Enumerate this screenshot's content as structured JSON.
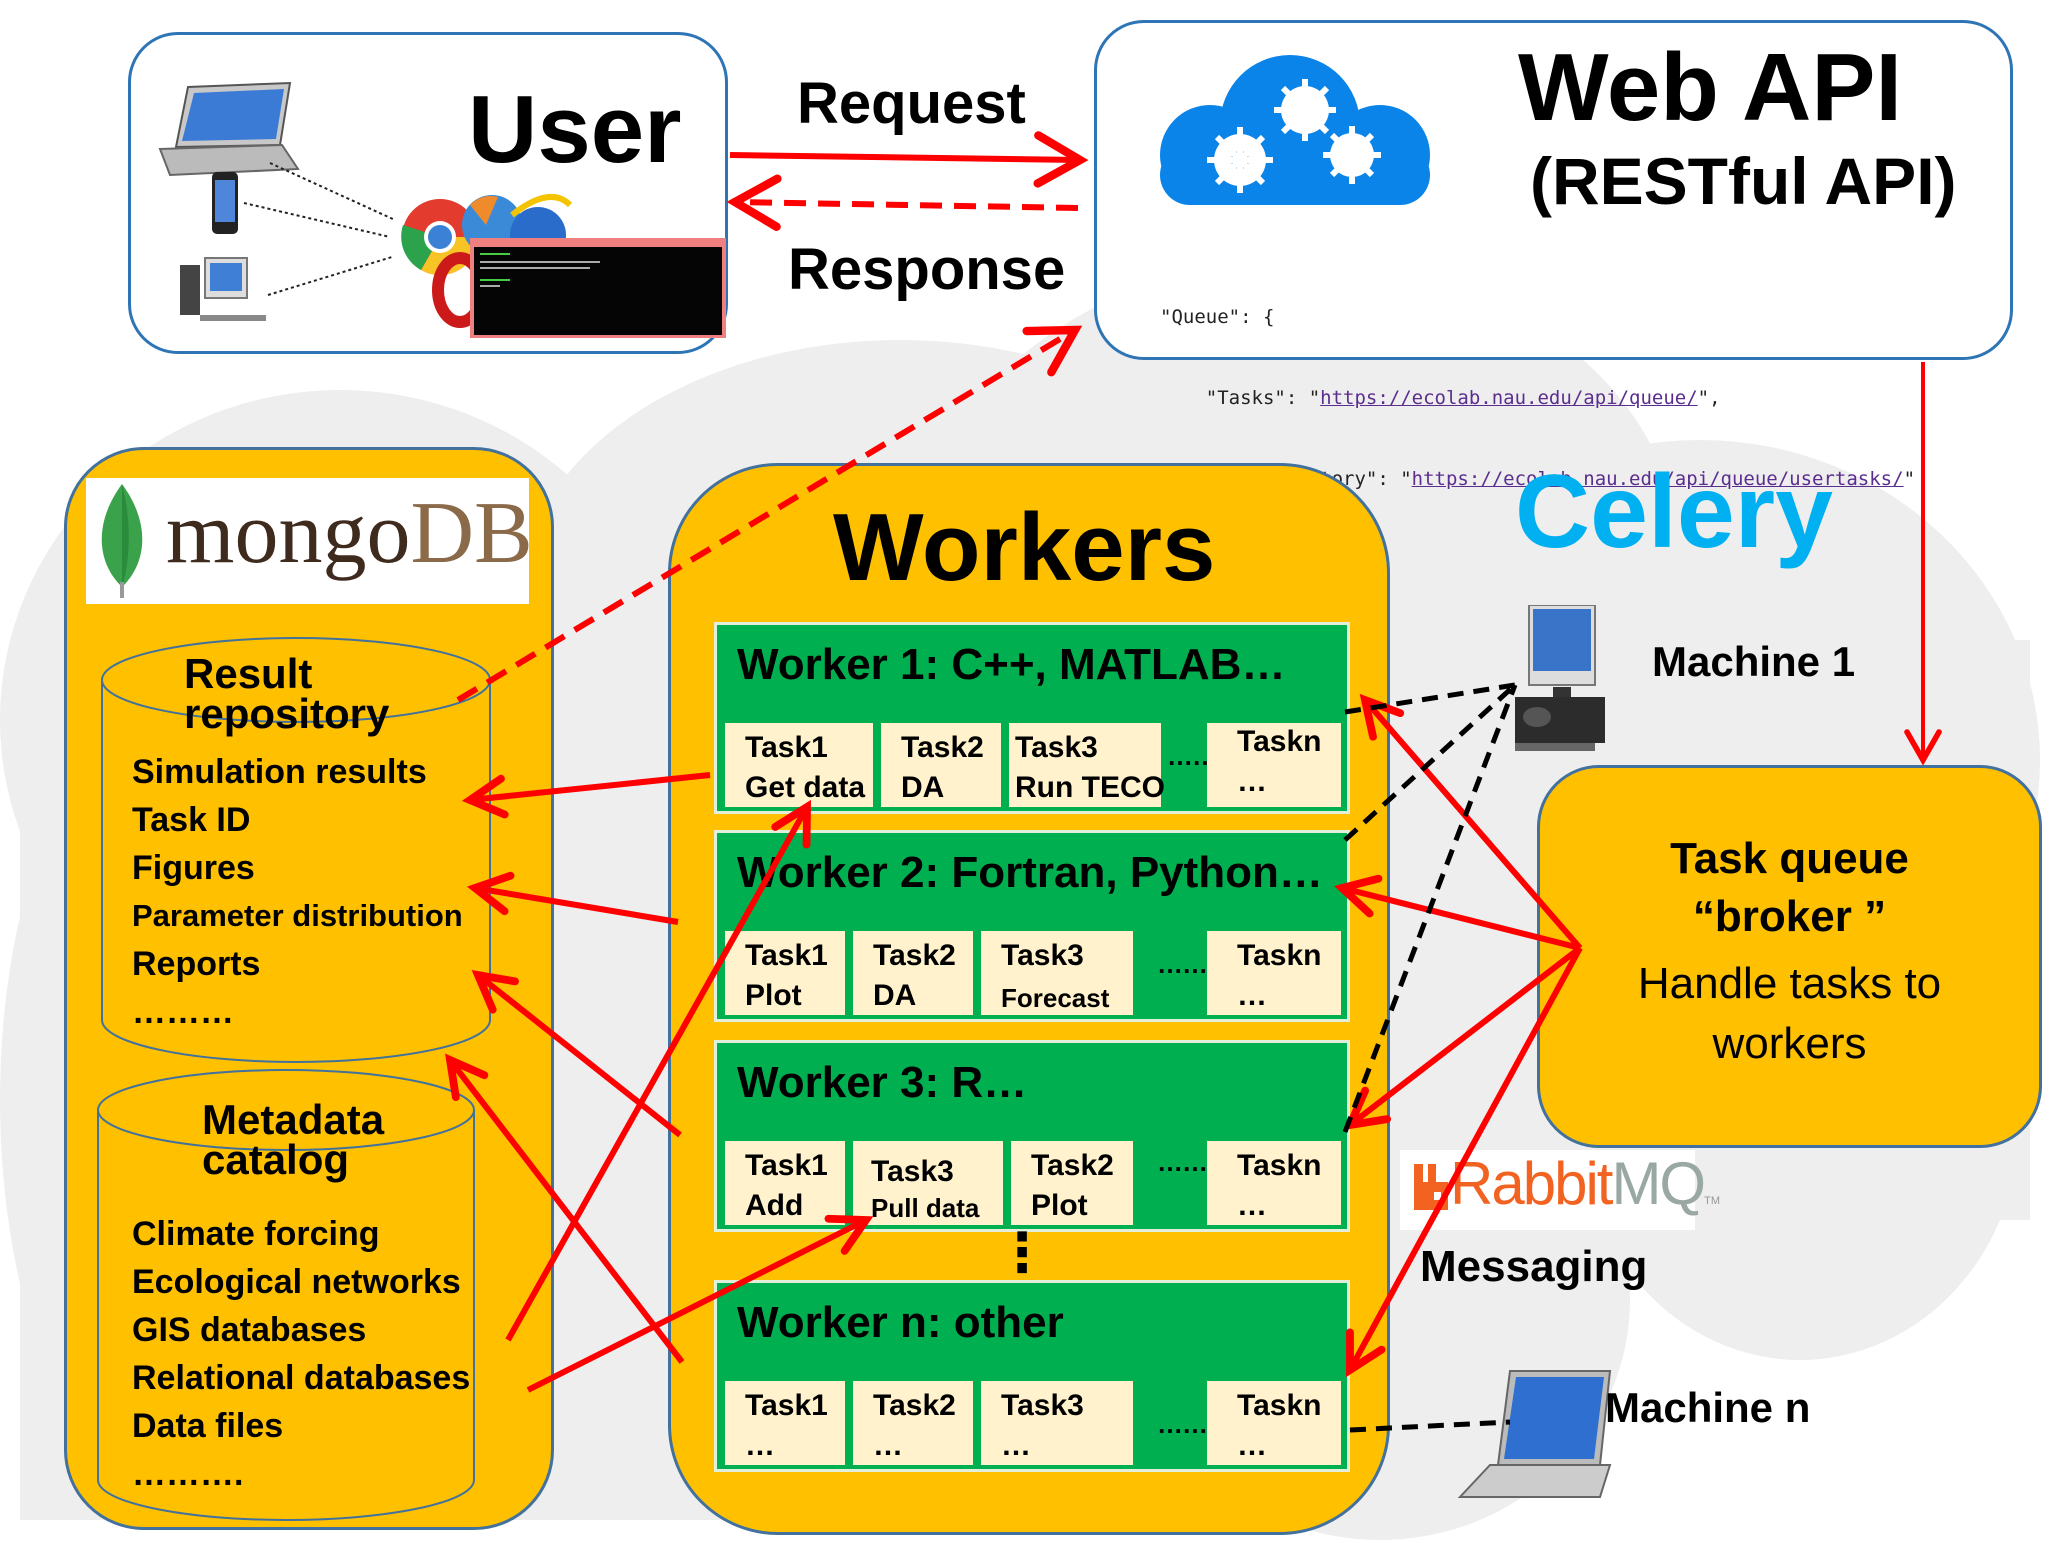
{
  "user": {
    "title": "User",
    "devices": [
      "laptop-icon",
      "smartphone-icon",
      "desktop-computer-icon"
    ],
    "clients": [
      "chrome-browser-icon",
      "firefox-browser-icon",
      "internet-explorer-icon",
      "opera-browser-icon",
      "terminal-window-icon"
    ]
  },
  "flow": {
    "request_label": "Request",
    "response_label": "Response"
  },
  "web_api": {
    "title": "Web API",
    "subtitle": "(RESTful API)",
    "icon": "cloud-gears-icon",
    "code": {
      "line1": "\"Queue\": {",
      "line2_key": "    \"Tasks\": \"",
      "line2_url": "https://ecolab.nau.edu/api/queue/",
      "line2_end": "\",",
      "line3_key": "    \"Tasks History\": \"",
      "line3_url": "https://ecolab.nau.edu/api/queue/usertasks/",
      "line3_end": "\""
    }
  },
  "mongodb": {
    "logo_text_a": "mongo",
    "logo_text_b": "DB",
    "result_repository": {
      "title_line1": "Result",
      "title_line2": "repository",
      "items": [
        "Simulation results",
        "Task ID",
        "Figures",
        "Parameter distribution",
        "Reports",
        "………"
      ]
    },
    "metadata_catalog": {
      "title_line1": "Metadata",
      "title_line2": "catalog",
      "items": [
        "Climate forcing",
        "Ecological networks",
        "GIS databases",
        "Relational databases",
        "Data files",
        "………."
      ]
    }
  },
  "workers": {
    "title": "Workers",
    "ellipsis_vertical": "⋮",
    "list": [
      {
        "title": "Worker 1: C++, MATLAB…",
        "tasks": [
          {
            "name": "Task1",
            "desc": "Get data"
          },
          {
            "name": "Task2",
            "desc": "DA"
          },
          {
            "name": "Task3",
            "desc": "Run TECO"
          },
          {
            "name": "Taskn",
            "desc": "…"
          }
        ],
        "gap": "……"
      },
      {
        "title": "Worker 2: Fortran, Python…",
        "tasks": [
          {
            "name": "Task1",
            "desc": "Plot"
          },
          {
            "name": "Task2",
            "desc": "DA"
          },
          {
            "name": "Task3",
            "desc": "Forecast"
          },
          {
            "name": "Taskn",
            "desc": "…"
          }
        ],
        "gap": "……"
      },
      {
        "title": "Worker 3: R…",
        "tasks": [
          {
            "name": "Task1",
            "desc": "Add"
          },
          {
            "name": "Task3",
            "desc": "Pull data"
          },
          {
            "name": "Task2",
            "desc": "Plot"
          },
          {
            "name": "Taskn",
            "desc": "…"
          }
        ],
        "gap": "……"
      },
      {
        "title": "Worker n: other",
        "tasks": [
          {
            "name": "Task1",
            "desc": "…"
          },
          {
            "name": "Task2",
            "desc": "…"
          },
          {
            "name": "Task3",
            "desc": "…"
          },
          {
            "name": "Taskn",
            "desc": "…"
          }
        ],
        "gap": "……"
      }
    ]
  },
  "celery": {
    "title": "Celery",
    "machine_1": "Machine 1",
    "machine_n": "Machine n",
    "task_queue": {
      "line1": "Task queue",
      "line2": "“broker ”",
      "line3": "Handle tasks to",
      "line4": "workers"
    },
    "rabbitmq": {
      "logo_a": "Rabbit",
      "logo_b": "MQ",
      "tm": "TM",
      "label": "Messaging"
    }
  },
  "colors": {
    "panel_gold": "#ffc000",
    "worker_green": "#00b050",
    "task_cream": "#fff2cc",
    "arrow_red": "#ff0000",
    "celery_blue": "#00b0f0",
    "box_border_blue": "#2e75b6",
    "cloud_gray": "#eeeeee"
  }
}
